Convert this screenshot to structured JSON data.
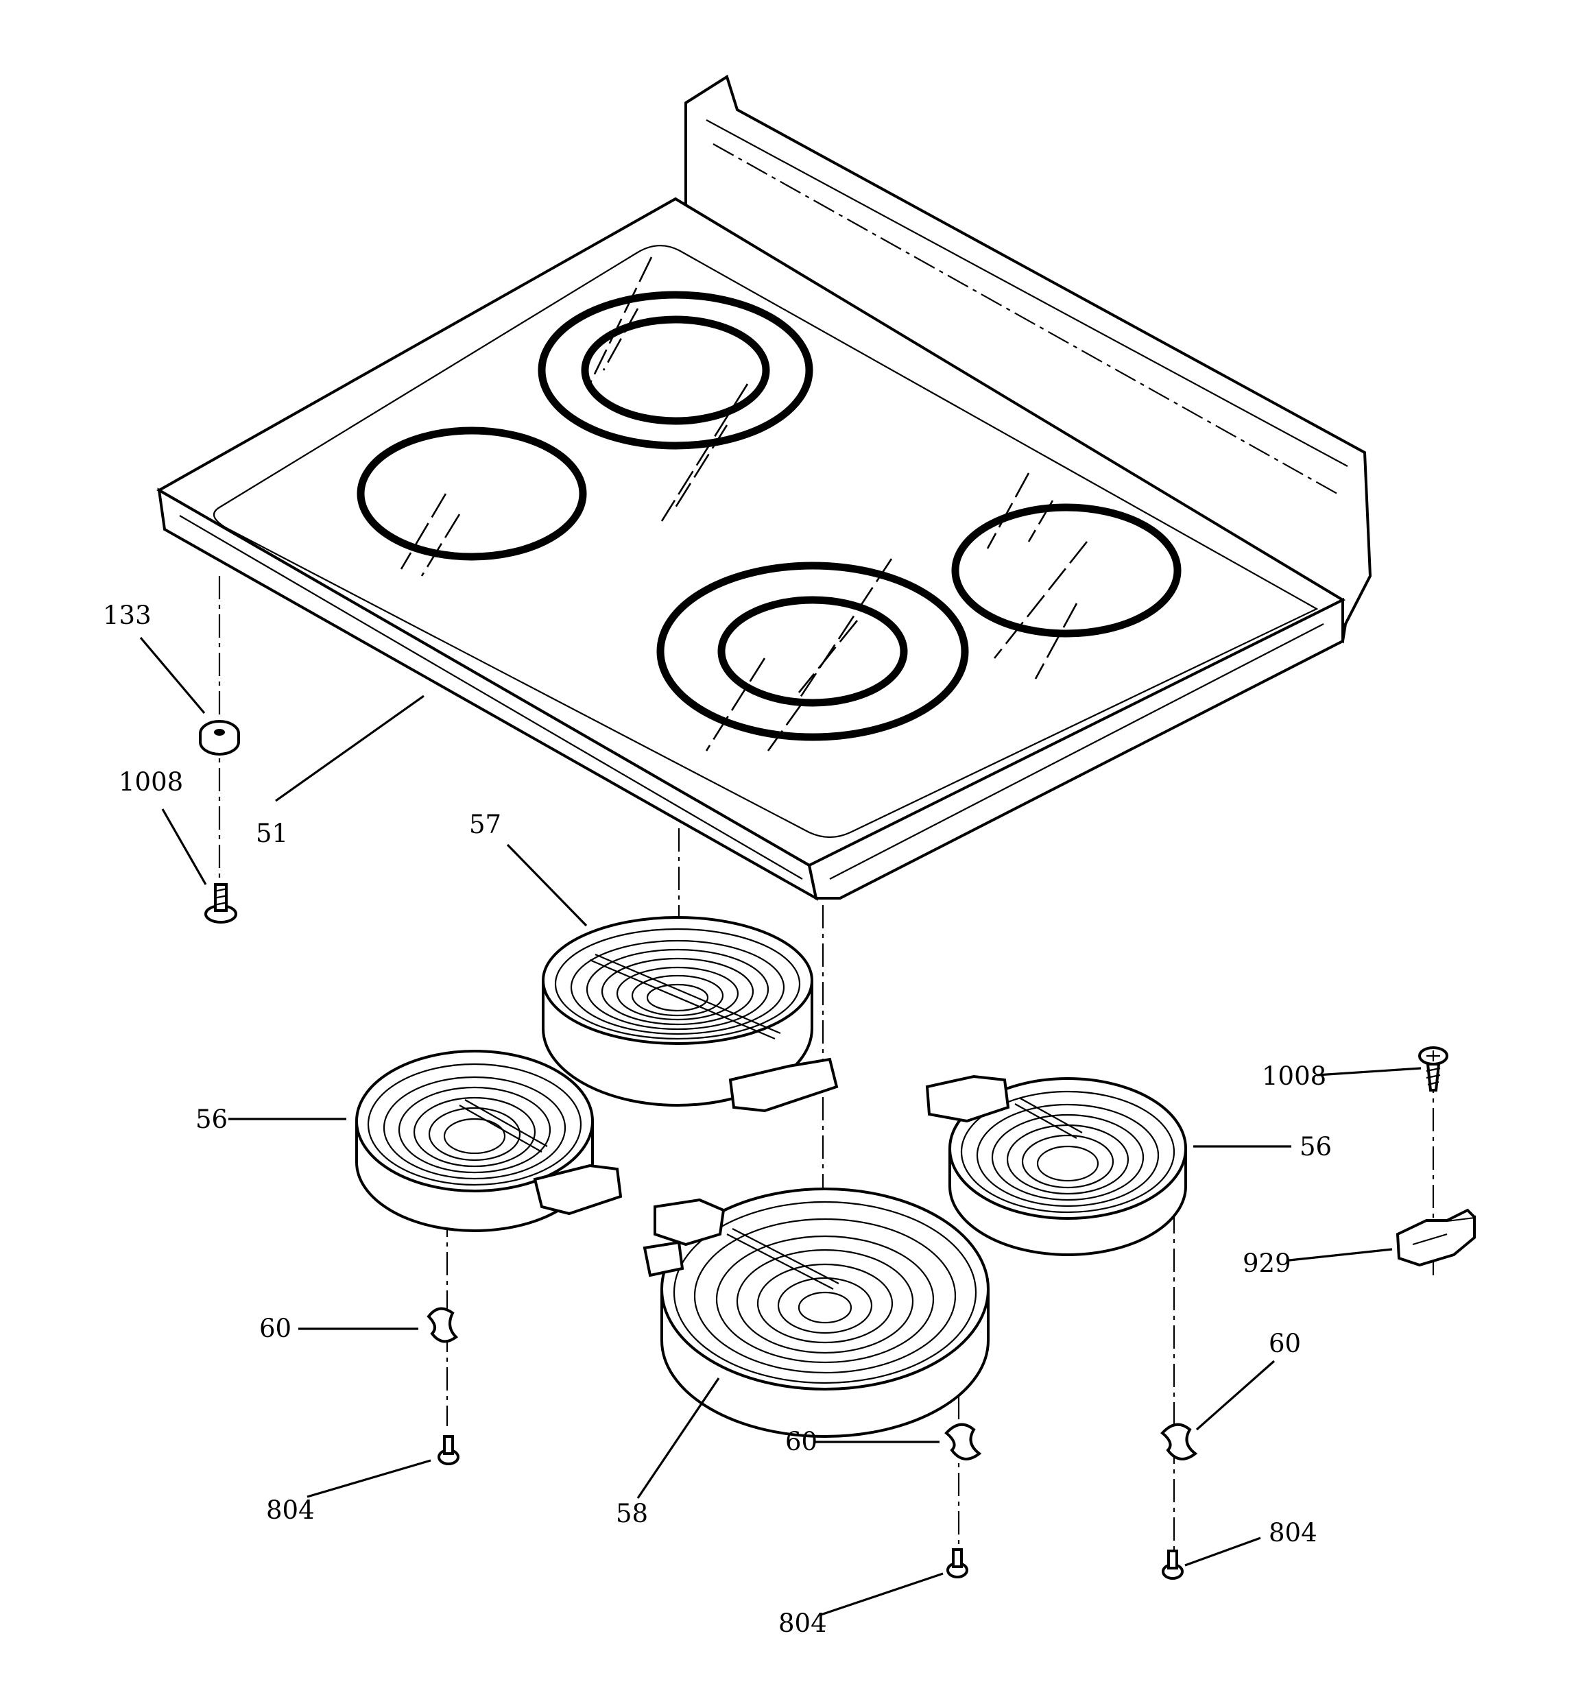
{
  "callouts": {
    "c133": "133",
    "c1008_left": "1008",
    "c51": "51",
    "c57": "57",
    "c56_left": "56",
    "c60_left": "60",
    "c804_left": "804",
    "c58": "58",
    "c60_center": "60",
    "c804_center": "804",
    "c1008_right": "1008",
    "c56_right": "56",
    "c929": "929",
    "c60_right": "60",
    "c804_right": "804"
  }
}
